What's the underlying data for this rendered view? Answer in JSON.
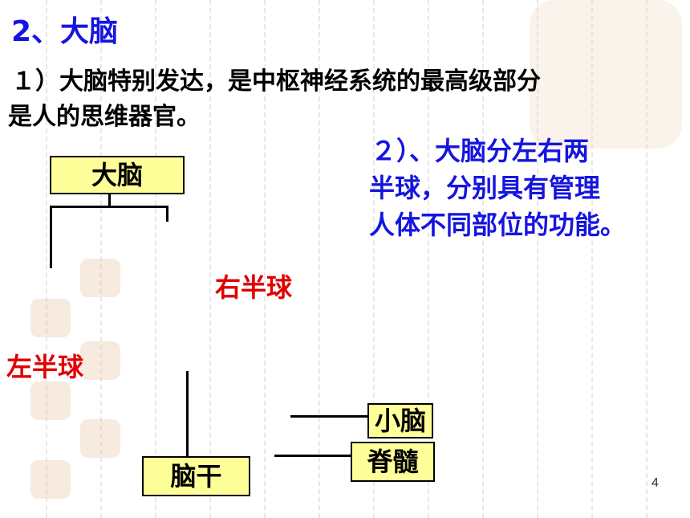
{
  "title": "2、大脑",
  "point1": {
    "line1": "１）大脑特别发达，是中枢神经系统的最高级部分",
    "line2": "是人的思维器官。"
  },
  "point2": {
    "line1": "２）、大脑分左右两",
    "line2": "半球，分别具有管理",
    "line3": "人体不同部位的功能。"
  },
  "diagram": {
    "top_box": "大脑",
    "right_hemisphere": "右半球",
    "left_hemisphere": "左半球",
    "brainstem_box": "脑干",
    "cerebellum_box": "小脑",
    "spinal_cord_box": "脊髓"
  },
  "page_number": "4",
  "colors": {
    "title_blue": "#1515e0",
    "hemisphere_red": "#e00000",
    "box_fill": "#ffff99"
  }
}
